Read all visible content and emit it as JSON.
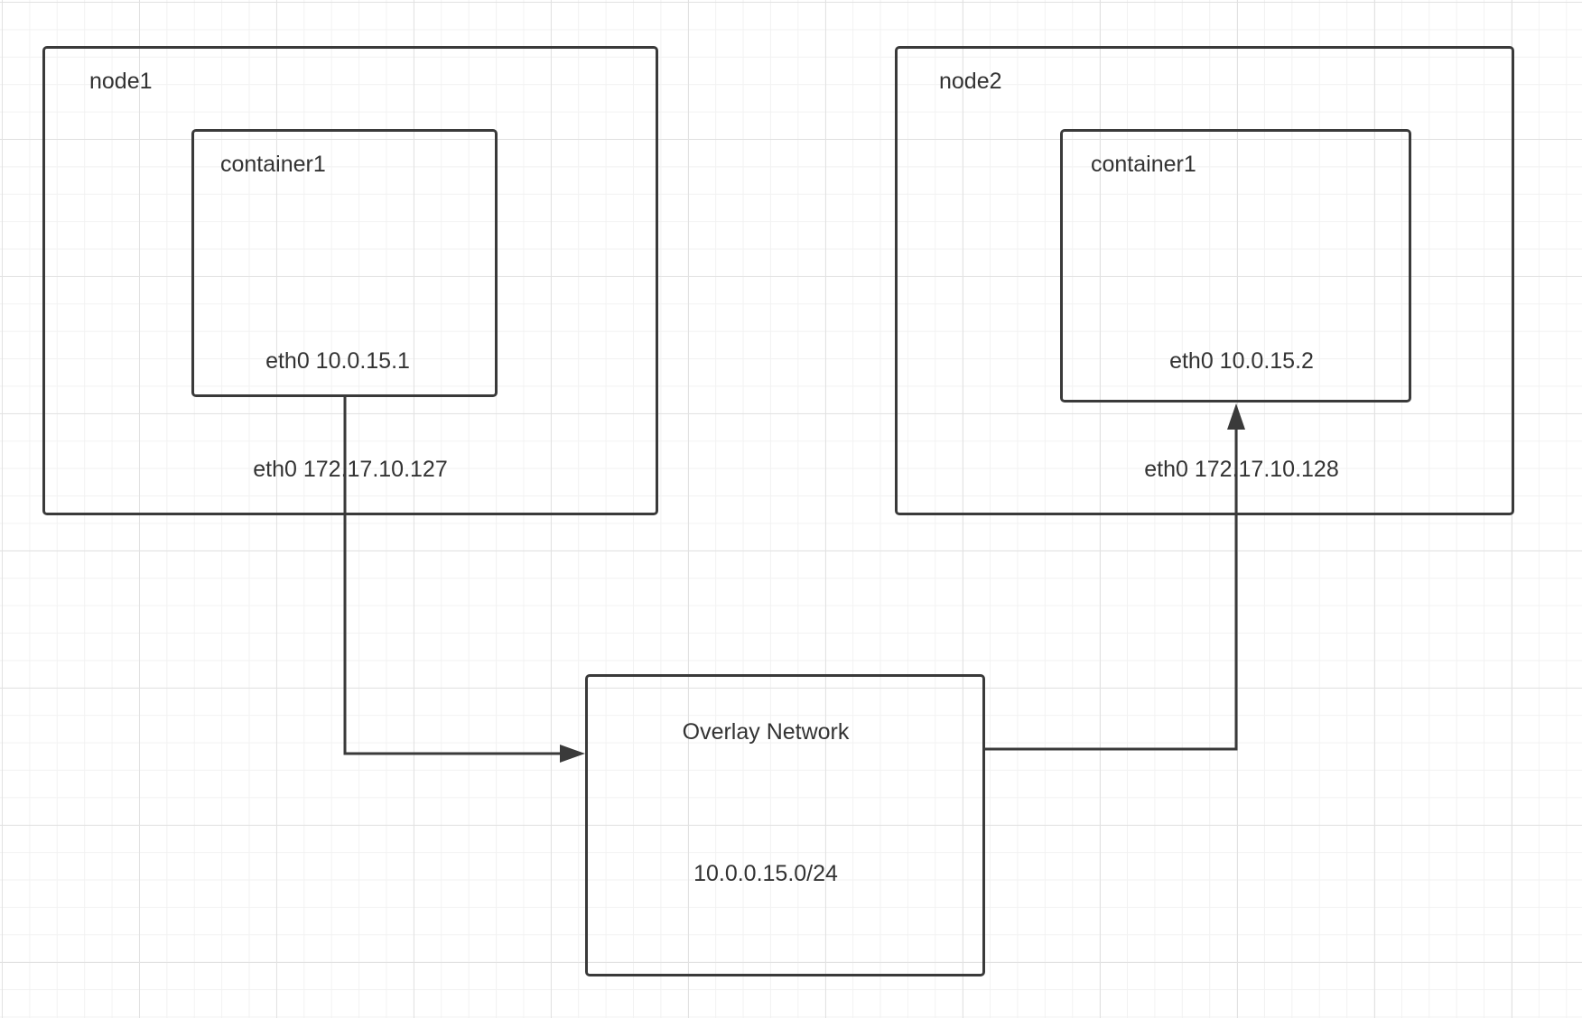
{
  "nodes": [
    {
      "label": "node1",
      "container": {
        "label": "container1",
        "iface": "eth0 10.0.15.1"
      },
      "host_iface": "eth0 172.17.10.127"
    },
    {
      "label": "node2",
      "container": {
        "label": "container1",
        "iface": "eth0 10.0.15.2"
      },
      "host_iface": "eth0 172.17.10.128"
    }
  ],
  "overlay": {
    "label": "Overlay Network",
    "subnet": "10.0.0.15.0/24"
  },
  "colors": {
    "stroke": "#3a3a3a",
    "text": "#333333",
    "grid_major": "#e2e2e2",
    "grid_minor": "#f2f2f2"
  }
}
